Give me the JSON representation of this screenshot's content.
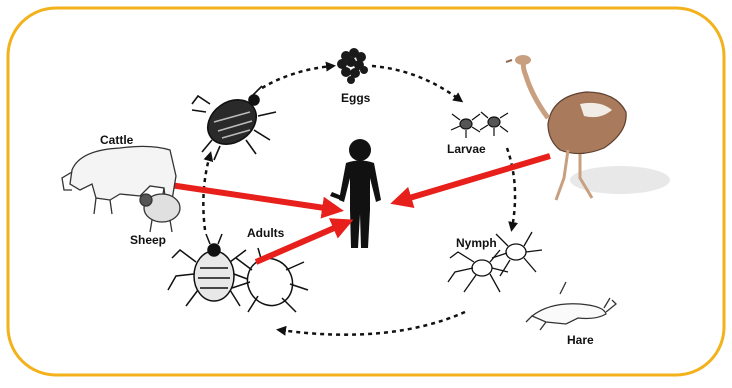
{
  "diagram": {
    "labels": {
      "eggs": "Eggs",
      "larvae": "Larvae",
      "nymph": "Nymph",
      "adults": "Adults",
      "cattle": "Cattle",
      "sheep": "Sheep",
      "hare": "Hare"
    },
    "colors": {
      "frame": "#f3b21c",
      "arrow_red": "#e8201c",
      "cycle_arrow": "#111111",
      "human": "#111111",
      "ostrich_body": "#a97a5c"
    },
    "icons": [
      "cow-icon",
      "sheep-icon",
      "ostrich-icon",
      "hare-icon",
      "human-silhouette-icon",
      "tick-egg-cluster-icon",
      "tick-icon"
    ]
  }
}
